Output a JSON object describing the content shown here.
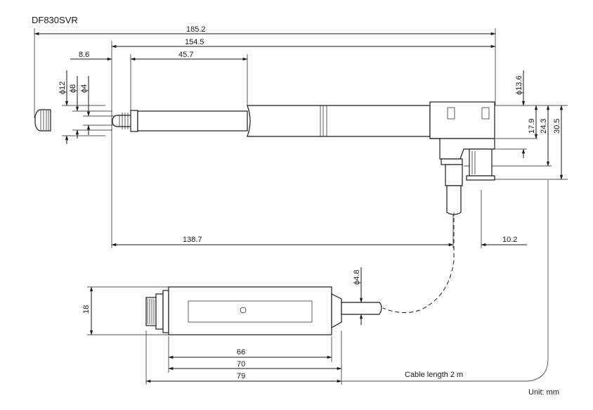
{
  "title": "DF830SVR",
  "unit_note": "Unit: mm",
  "cable_note": "Cable length 2 m",
  "dimensions": {
    "d185_2": "185.2",
    "d154_5": "154.5",
    "d8_6": "8.6",
    "d45_7": "45.7",
    "phi12": "ϕ12",
    "phi8": "ϕ8",
    "phi4": "ϕ4",
    "phi13_6": "ϕ13.6",
    "d17_9": "17.9",
    "d24_3": "24.3",
    "d30_5": "30.5",
    "d138_7": "138.7",
    "d10_2": "10.2",
    "phi4_8": "ϕ4.8",
    "d18": "18",
    "d66": "66",
    "d70": "70",
    "d79": "79"
  }
}
